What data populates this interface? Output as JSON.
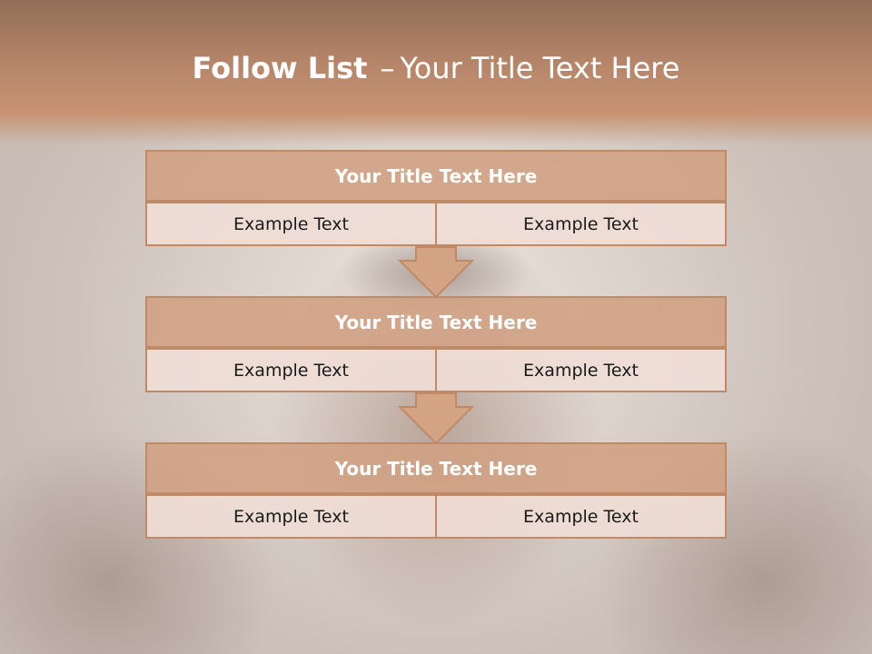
{
  "slide": {
    "title_strong": "Follow List",
    "title_dash": "–",
    "title_rest": "Your Title Text Here"
  },
  "blocks": [
    {
      "title": "Your Title Text Here",
      "left": "Example Text",
      "right": "Example Text"
    },
    {
      "title": "Your Title Text Here",
      "left": "Example Text",
      "right": "Example Text"
    },
    {
      "title": "Your Title Text Here",
      "left": "Example Text",
      "right": "Example Text"
    }
  ],
  "colors": {
    "header": "#b7866a",
    "block_title_fill": "#d0a082",
    "block_border": "#c08a67",
    "cell_fill": "#f0ded6"
  },
  "icons": [
    "down-arrow-icon",
    "down-arrow-icon"
  ]
}
